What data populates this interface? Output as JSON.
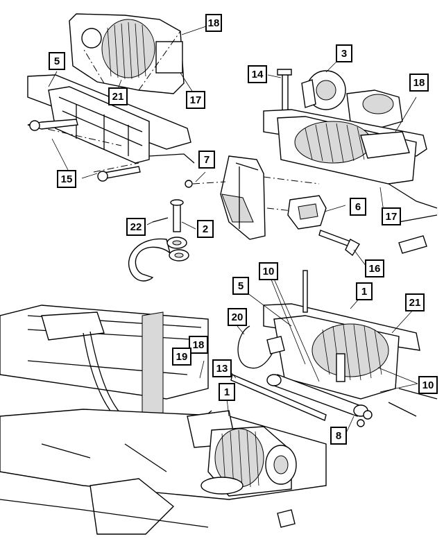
{
  "colors": {
    "line": "#000000",
    "background": "#ffffff",
    "shade": "#d9d9d9"
  },
  "callouts": [
    "18",
    "5",
    "21",
    "17",
    "3",
    "14",
    "18",
    "15",
    "7",
    "6",
    "17",
    "22",
    "2",
    "16",
    "10",
    "5",
    "1",
    "21",
    "20",
    "18",
    "19",
    "13",
    "1",
    "10",
    "8"
  ]
}
